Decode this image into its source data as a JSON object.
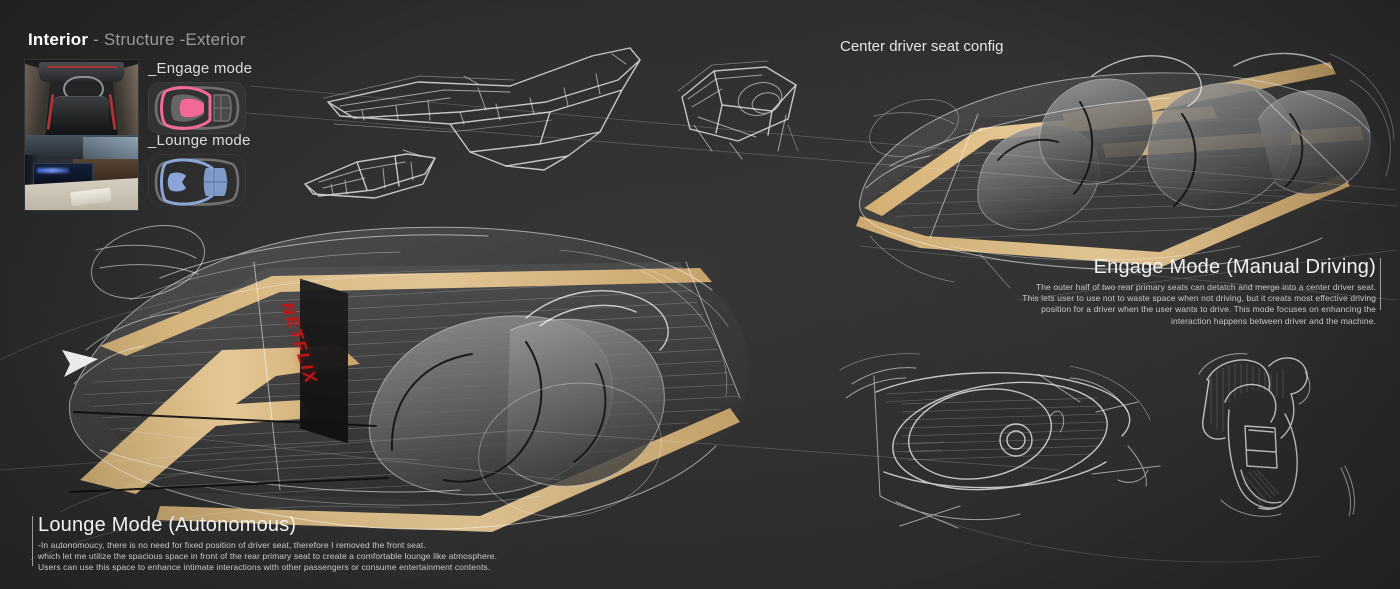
{
  "page": {
    "background_color": "#2b2b2b",
    "accent_tan": "#e2c18c",
    "accent_pink": "#f2699a",
    "accent_blue": "#8aa6d8",
    "accent_red": "#c01616"
  },
  "header": {
    "active": "Interior",
    "rest": " - Structure -Exterior"
  },
  "thumbnails": [
    {
      "name": "interior-cockpit-photo",
      "caption": ""
    },
    {
      "name": "lounge-interior-photo",
      "caption": ""
    }
  ],
  "legend": {
    "engage": {
      "label": "_Engage mode",
      "color": "#f2699a"
    },
    "lounge": {
      "label": "_Lounge mode",
      "color": "#8aa6d8"
    }
  },
  "callouts": {
    "center_seat": "Center driver seat config"
  },
  "engage_block": {
    "title": "Engage Mode (Manual Driving)",
    "lines": [
      "The outer half of two rear primary seats can detatch and merge into a center driver seat.",
      "This lets user to use not to waste space when not driving, but it creats most effective driving",
      "position for a driver when the user wants to drive. This mode focuses on enhancing the",
      "interaction happens between driver and the machine."
    ]
  },
  "lounge_block": {
    "title": "Lounge Mode (Autonomous)",
    "lines": [
      "-In autonomoucy, there is no need for fixed position of driver seat, therefore I removed the front seat.",
      "which let me utilize the spacious space in front of the rear primary seat to create a comfortable lounge like atmosphere.",
      "Users can use this space to enhance intimate interactions with other passengers or consume entertainment contents."
    ]
  },
  "branding": {
    "screen_logo": "NETFLIX"
  },
  "sketches": {
    "main_vehicle": "lounge-mode-interior-top-view",
    "top_right_vehicle": "engage-mode-interior-top-view",
    "ip_wireframe_a": "instrument-panel-wireframe",
    "ip_wireframe_b": "instrument-panel-wireframe-small",
    "console_wireframe": "center-console-wireframe",
    "seat_plan_sketch": "seat-plan-line-sketch",
    "seat_front_sketch": "seat-front-line-sketch"
  }
}
